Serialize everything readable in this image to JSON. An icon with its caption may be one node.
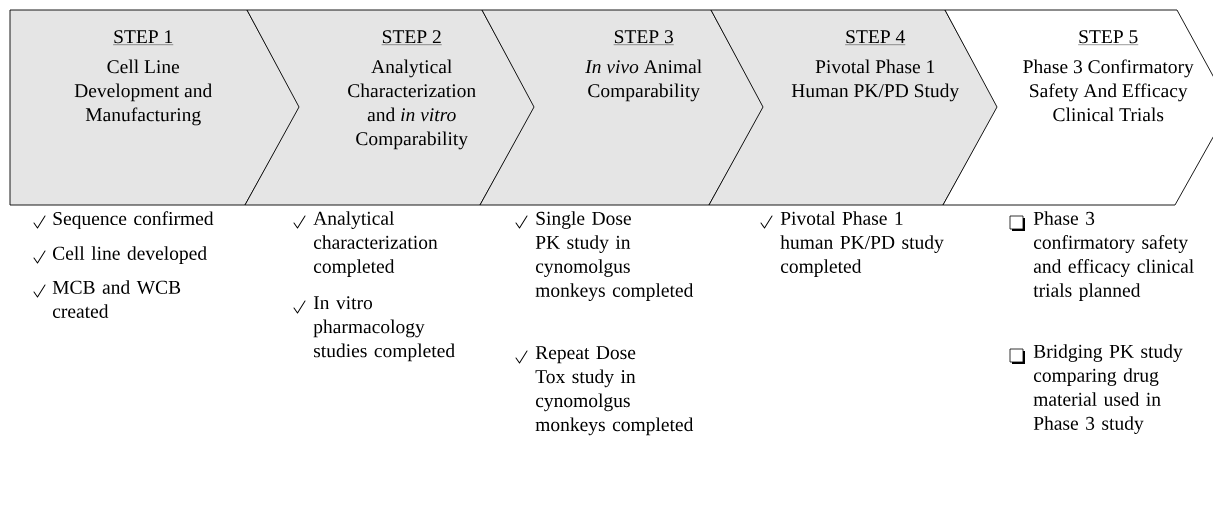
{
  "diagram": {
    "nodes": [
      {
        "text": [
          "STEP 1",
          "Cell Line Development and Manufacturing"
        ]
      },
      {
        "text": [
          "STEP 2",
          "Analytical Characterization and *in vitro* Comparability"
        ]
      },
      {
        "text": [
          "STEP 3",
          "*In vivo* Animal Comparability"
        ]
      },
      {
        "text": [
          "STEP 4",
          "Pivotal Phase 1 Human PK/PD Study"
        ]
      },
      {
        "text": [
          "STEP 5",
          "Phase 3 Confirmatory Safety And Efficacy Clinical Trials"
        ]
      }
    ],
    "edges": [],
    "labels": [
      "Sequence confirmed",
      "Cell line developed",
      "MCB and WCB created",
      "Analytical characterization completed",
      "In vitro pharmacology studies completed",
      "Single Dose PK study in cynomolgus monkeys completed",
      "Repeat Dose Tox study in cynomolgus monkeys completed",
      "Pivotal Phase 1 human PK/PD study completed",
      "Phase 3 confirmatory safety and efficacy clinical trials planned",
      "Bridging PK study comparing drug material used in Phase 3 study"
    ]
  }
}
